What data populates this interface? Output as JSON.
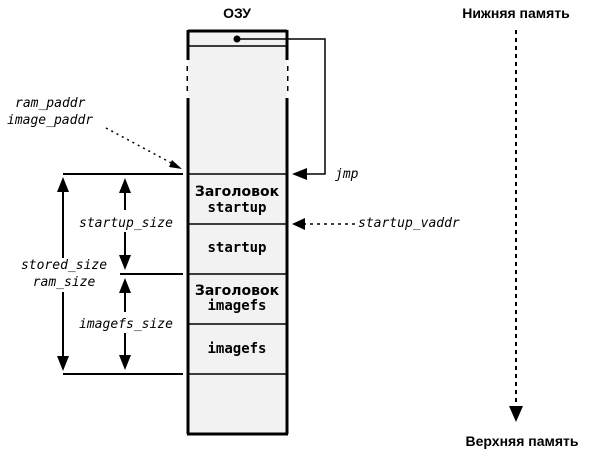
{
  "labels": {
    "ram_title": "ОЗУ",
    "low_memory": "Нижняя память",
    "high_memory": "Верхняя память",
    "ram_paddr": "ram_paddr",
    "image_paddr": "image_paddr",
    "jmp": "jmp",
    "startup_size": "startup_size",
    "startup_vaddr": "startup_vaddr",
    "stored_size": "stored_size",
    "ram_size": "ram_size",
    "imagefs_size": "imagefs_size"
  },
  "blocks": {
    "startup_header_line1": "Заголовок",
    "startup_header_line2": "startup",
    "startup": "startup",
    "imagefs_header_line1": "Заголовок",
    "imagefs_header_line2": "imagefs",
    "imagefs": "imagefs"
  },
  "colors": {
    "stroke": "#000000",
    "fill": "#f2f2f2",
    "background": "#ffffff"
  }
}
